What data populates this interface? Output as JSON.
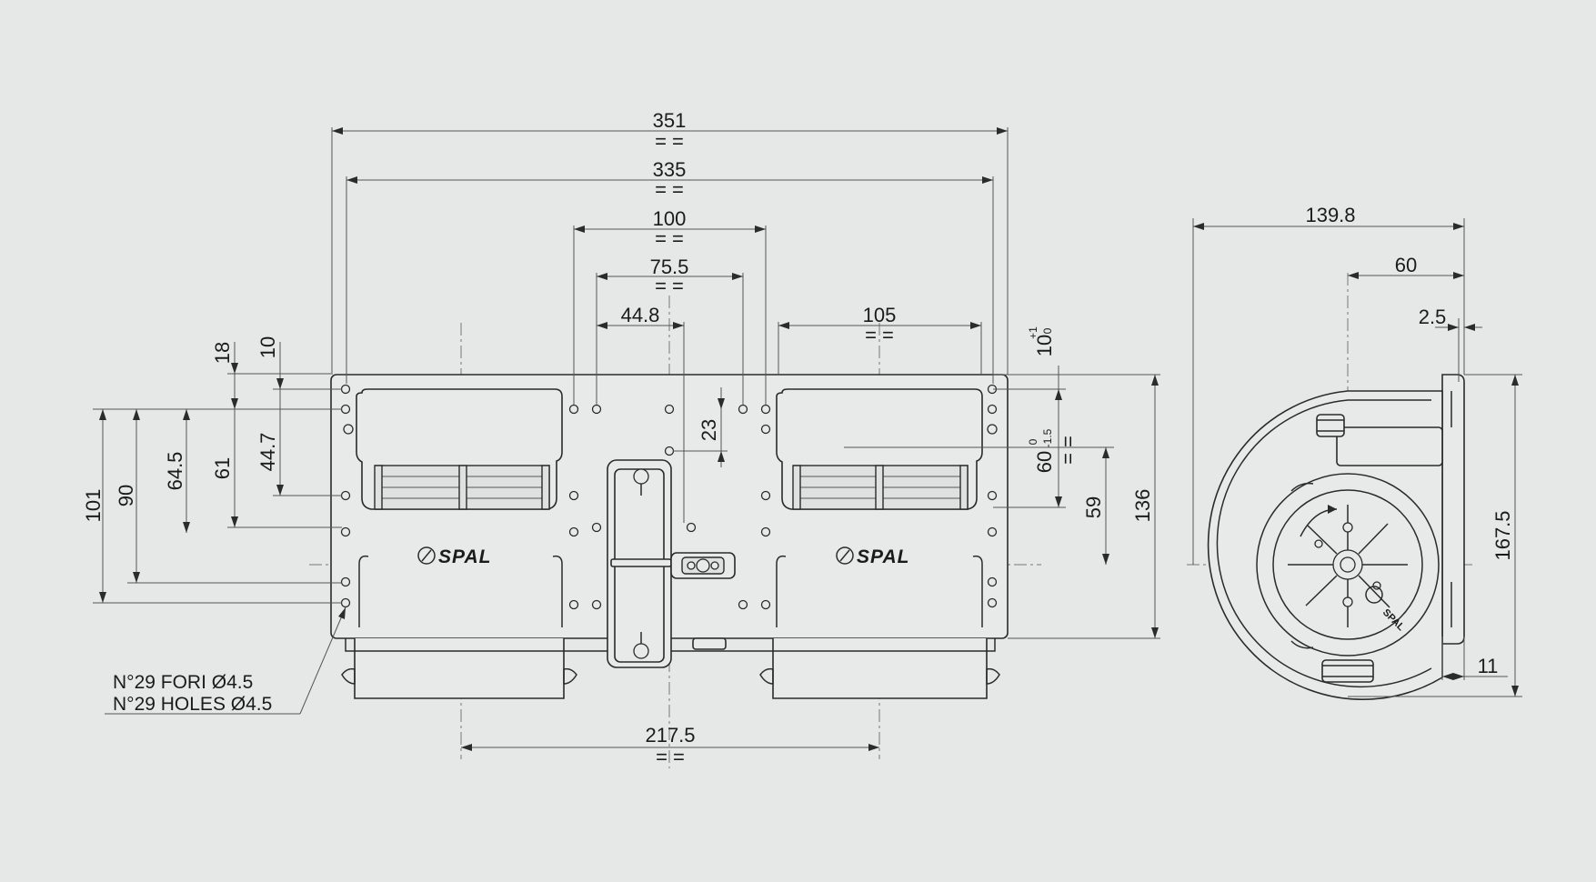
{
  "front_view": {
    "dims": {
      "d351": "351",
      "d335": "335",
      "d100": "100",
      "d75_5": "75.5",
      "d44_8": "44.8",
      "d105": "105",
      "d217_5": "217.5",
      "d23": "23",
      "d10_top": "10",
      "d10_tol_upper": "+1",
      "d10_tol_lower": "0",
      "d60": "60",
      "d60_tol_upper": "0",
      "d60_tol_lower": "-1.5",
      "d59": "59",
      "d136": "136",
      "d18": "18",
      "d10_left": "10",
      "d44_7": "44.7",
      "d61": "61",
      "d64_5": "64.5",
      "d90": "90",
      "d101": "101"
    },
    "equal_mark": "= =",
    "brand_left": "SPAL",
    "brand_right": "SPAL",
    "holes_note_it": "N°29 FORI Ø4.5",
    "holes_note_en": "N°29 HOLES Ø4.5"
  },
  "side_view": {
    "dims": {
      "d139_8": "139.8",
      "d60": "60",
      "d2_5": "2.5",
      "d167_5": "167.5",
      "d11": "11"
    },
    "hub_brand": "SPAL"
  }
}
